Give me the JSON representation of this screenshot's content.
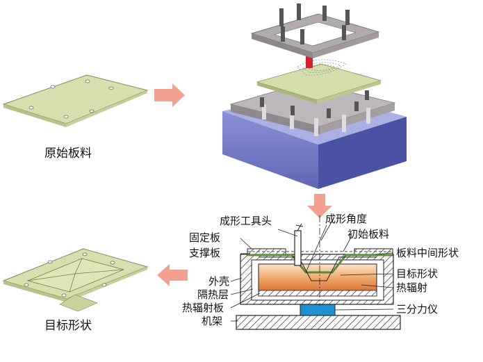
{
  "captions": {
    "original_sheet": "原始板料",
    "target_shape": "目标形状"
  },
  "callouts": {
    "forming_tool_head": "成形工具头",
    "forming_angle": "成形角度",
    "initial_sheet": "初始板料",
    "fixed_plate": "固定板",
    "support_plate": "支撑板",
    "intermediate_shape": "板料中间形状",
    "outer_shell": "外壳",
    "target_shape": "目标形状",
    "insulation_layer": "隔热层",
    "heat_radiation": "热辐射",
    "radiant_heating_plate": "热辐射板",
    "three_component_dynamometer": "三分力仪",
    "machine_frame": "机架"
  },
  "colors": {
    "sheet": "#d4deaa",
    "frame_plate": "#a9a2a6",
    "base_block": "#6f77c0",
    "arrow": "#f2a090",
    "tool_tip": "#d81e2c",
    "furnace_glow": "#e07a40",
    "dynamometer": "#1f8fd0"
  }
}
